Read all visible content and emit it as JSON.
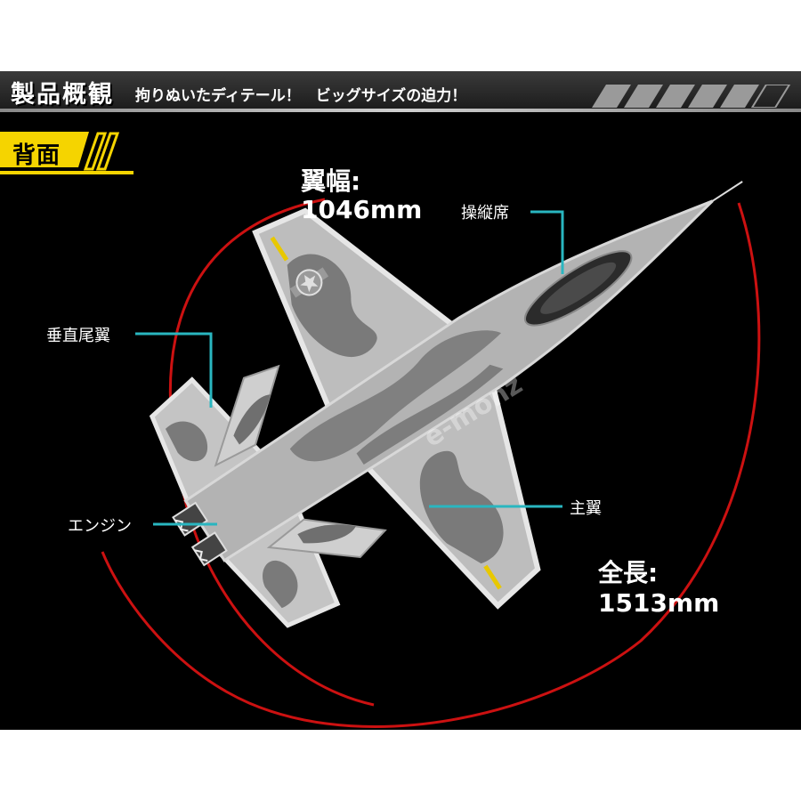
{
  "header": {
    "title": "製品概観",
    "subtitle": "拘りぬいたディテール！　ビッグサイズの迫力！"
  },
  "section": {
    "label": "背面"
  },
  "dimensions": {
    "wingspan": {
      "label": "翼幅:",
      "value": "1046mm"
    },
    "length": {
      "label": "全長:",
      "value": "1513mm"
    }
  },
  "parts": {
    "cockpit": "操縦席",
    "vertical_tail": "垂直尾翼",
    "engine": "エンジン",
    "main_wing": "主翼"
  },
  "watermark": "e-monz",
  "colors": {
    "background": "#000000",
    "accent": "#f5d400",
    "dimension_arc": "#cc1111",
    "callout_line": "#29b6c0"
  }
}
